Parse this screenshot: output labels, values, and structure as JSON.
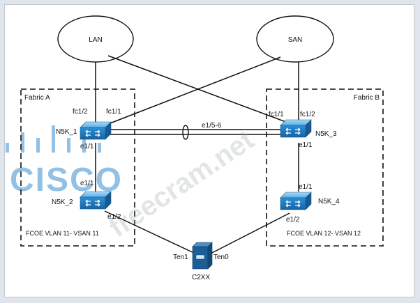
{
  "clouds": {
    "lan": "LAN",
    "san": "SAN"
  },
  "fabrics": {
    "a": {
      "label": "Fabric A",
      "vlan": "FCOE VLAN 11- VSAN 11"
    },
    "b": {
      "label": "Fabric B",
      "vlan": "FCOE VLAN 12- VSAN 12"
    }
  },
  "switches": {
    "n5k1": {
      "name": "N5K_1",
      "port_up_left": "fc1/2",
      "port_up_right": "fc1/1",
      "port_down": "e1/1"
    },
    "n5k2": {
      "name": "N5K_2",
      "port_up": "e1/1",
      "port_down": "e1/2"
    },
    "n5k3": {
      "name": "N5K_3",
      "port_up_left": "fc1/1",
      "port_up_right": "fc1/2",
      "port_down": "e1/1"
    },
    "n5k4": {
      "name": "N5K_4",
      "port_up": "e1/1",
      "port_down": "e1/2"
    }
  },
  "links": {
    "port_channel": "e1/5-6"
  },
  "server": {
    "name": "C2XX",
    "port_left": "Ten1",
    "port_right": "Ten0"
  },
  "watermarks": {
    "site": "freecram.net",
    "logo": "CISCO"
  },
  "colors": {
    "switch_body": "#1f7fc4",
    "switch_top": "#7cc0ec",
    "server": "#1b5f96",
    "link": "#111111"
  }
}
